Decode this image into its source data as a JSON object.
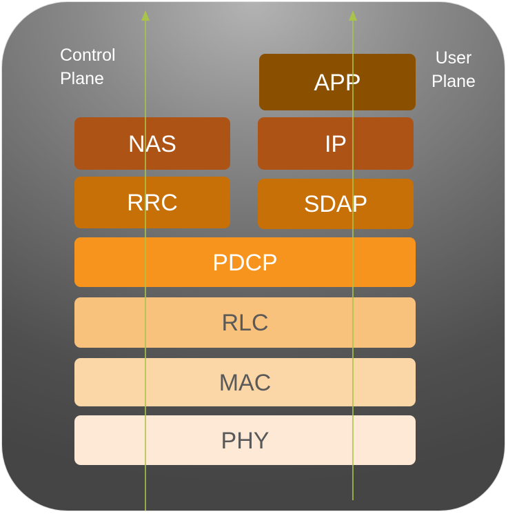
{
  "labels": {
    "control_plane": [
      "Control",
      "Plane"
    ],
    "user_plane": [
      "User",
      "Plane"
    ]
  },
  "layers": {
    "app": {
      "label": "APP",
      "color": "#8a5000",
      "text_color": "#ffffff"
    },
    "nas": {
      "label": "NAS",
      "color": "#ad5316",
      "text_color": "#ffffff"
    },
    "ip": {
      "label": "IP",
      "color": "#ad5316",
      "text_color": "#ffffff"
    },
    "rrc": {
      "label": "RRC",
      "color": "#c87008",
      "text_color": "#ffffff"
    },
    "sdap": {
      "label": "SDAP",
      "color": "#c87008",
      "text_color": "#ffffff"
    },
    "pdcp": {
      "label": "PDCP",
      "color": "#f7941d",
      "text_color": "#ffffff"
    },
    "rlc": {
      "label": "RLC",
      "color": "#f9c27c",
      "text_color": "#595959"
    },
    "mac": {
      "label": "MAC",
      "color": "#fbd7a8",
      "text_color": "#595959"
    },
    "phy": {
      "label": "PHY",
      "color": "#fde9d5",
      "text_color": "#595959"
    }
  },
  "arrow_color": "#a9c44a"
}
